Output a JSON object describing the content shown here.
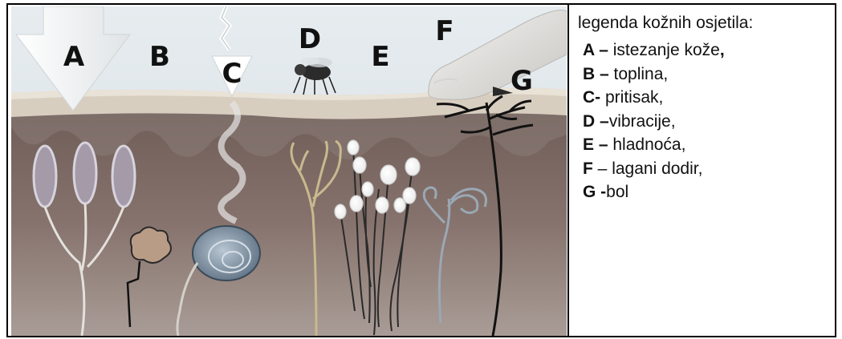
{
  "legend": {
    "title": "legenda kožnih osjetila:",
    "items": [
      {
        "key": "A",
        "sep": " – ",
        "text": "istezanje kože",
        "trail": ","
      },
      {
        "key": "B",
        "sep": " – ",
        "text": "toplina",
        "trail": ","
      },
      {
        "key": "C",
        "sep": "- ",
        "text": "pritisak",
        "trail": ","
      },
      {
        "key": "D",
        "sep": " –",
        "text": "vibracije",
        "trail": ","
      },
      {
        "key": "E",
        "sep": " – ",
        "text": "hladnoća",
        "trail": ","
      },
      {
        "key": "F",
        "sep": " – ",
        "text": "lagani dodir",
        "trail": ","
      },
      {
        "key": "G",
        "sep": " -",
        "text": "bol",
        "trail": ""
      }
    ]
  },
  "diagram": {
    "labels": {
      "a": "A",
      "b": "B",
      "c": "C",
      "d": "D",
      "e": "E",
      "f": "F",
      "g": "G"
    }
  },
  "colors": {
    "dermis": "#7d6a64",
    "epidermis": "#d9cfc0",
    "background": "#e3e8ea",
    "nerve": "#1a1a1a"
  }
}
